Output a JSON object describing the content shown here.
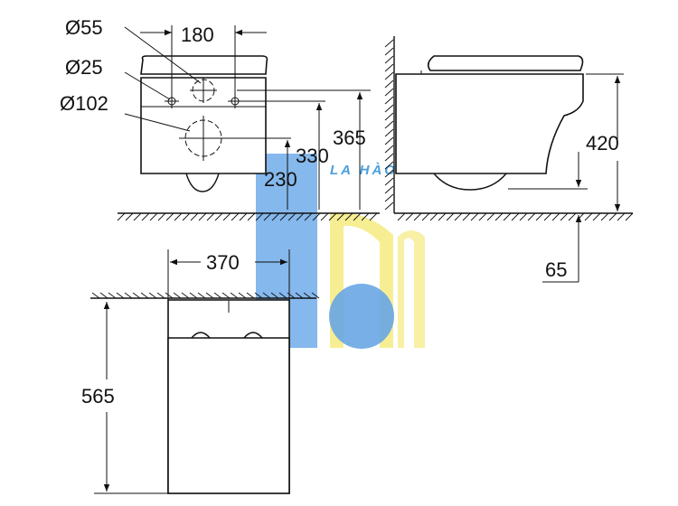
{
  "front_view": {
    "hole_small_label": "Ø55",
    "bolt_hole_label": "Ø25",
    "waste_hole_label": "Ø102",
    "bolt_spacing": "180",
    "waste_height": "230",
    "bolt_height": "330",
    "top_height": "365"
  },
  "side_view": {
    "total_height": "420",
    "floor_clearance": "65"
  },
  "top_view": {
    "width": "370",
    "depth": "565"
  },
  "watermark": {
    "text": "LA HÀO",
    "colors": {
      "blue": "#5fa3e6",
      "yellow": "#f4ea7a",
      "circle": "#4f97e0"
    }
  }
}
